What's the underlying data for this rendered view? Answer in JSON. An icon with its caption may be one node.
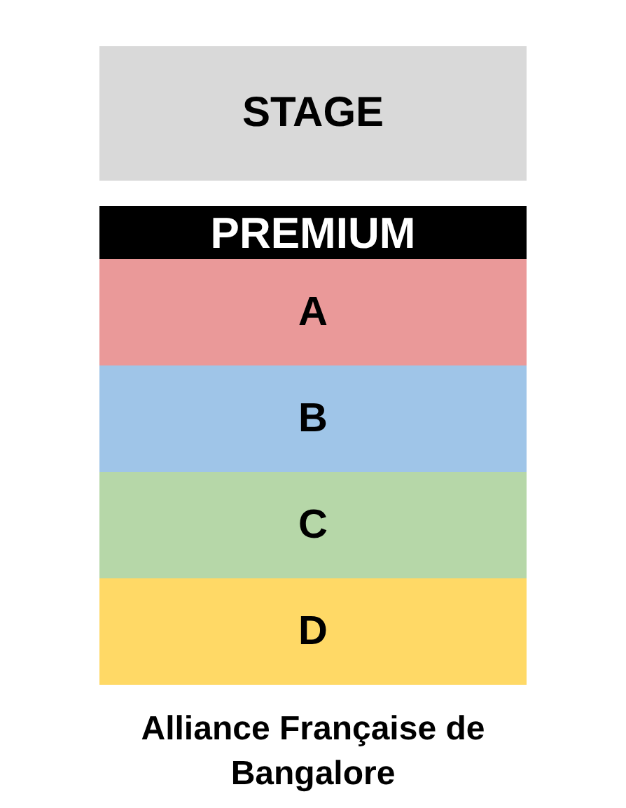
{
  "diagram": {
    "caption": "Alliance Française de Bangalore",
    "nodes": [
      {
        "text": [
          "STAGE"
        ]
      },
      {
        "text": [
          "PREMIUM"
        ]
      },
      {
        "text": [
          "A"
        ]
      },
      {
        "text": [
          "B"
        ]
      },
      {
        "text": [
          "C"
        ]
      },
      {
        "text": [
          "D"
        ]
      }
    ]
  }
}
